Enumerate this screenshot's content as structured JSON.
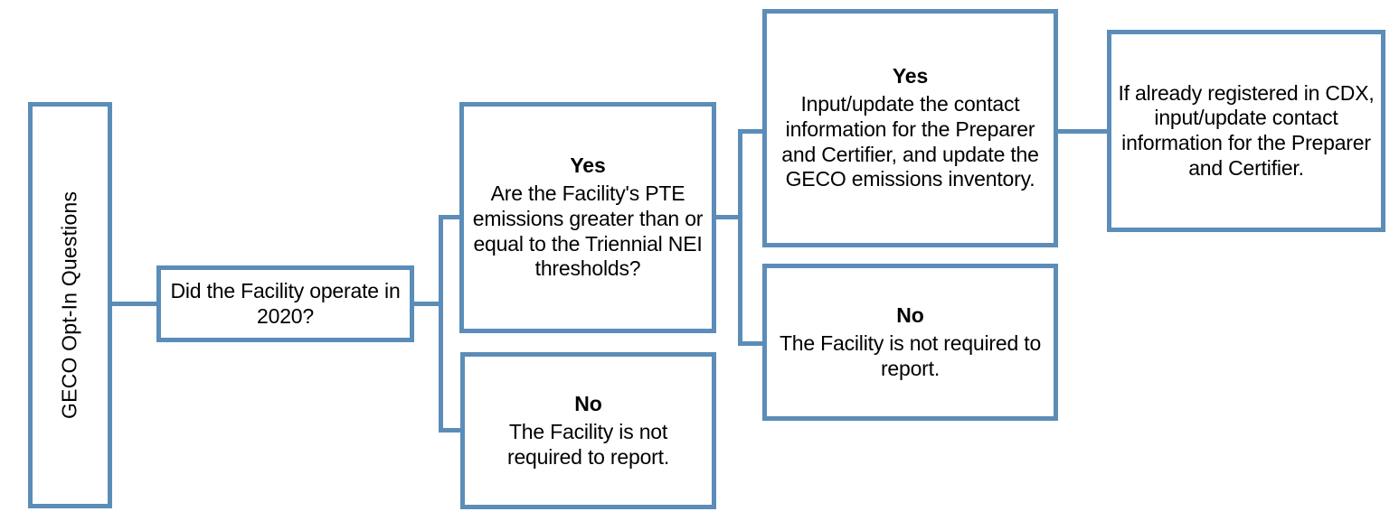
{
  "diagram": {
    "title": "GECO Opt-In Questions Flowchart",
    "accent_color": "#5b8db8",
    "background_color": "#ffffff",
    "text_color": "#000000",
    "nodes": [
      {
        "id": "geco-opt-in-questions",
        "title": "",
        "body": "GECO Opt-In Questions",
        "orientation": "vertical"
      },
      {
        "id": "did-facility-operate",
        "title": "",
        "body": "Did the Facility operate in 2020?",
        "orientation": "horizontal"
      },
      {
        "id": "pte-emissions-question",
        "title": "Yes",
        "body": "Are the Facility's PTE emissions greater than or equal to the Triennial NEI thresholds?",
        "orientation": "horizontal"
      },
      {
        "id": "not-required-report-1",
        "title": "No",
        "body": "The Facility is not required to report.",
        "orientation": "horizontal"
      },
      {
        "id": "input-update-contact",
        "title": "Yes",
        "body": "Input/update the contact information for the Preparer and Certifier, and update the GECO emissions inventory.",
        "orientation": "horizontal"
      },
      {
        "id": "not-required-report-2",
        "title": "No",
        "body": "The Facility is not required to report.",
        "orientation": "horizontal"
      },
      {
        "id": "cdx-registered",
        "title": "",
        "body": "If already registered in CDX, input/update contact information for the Preparer and Certifier.",
        "orientation": "horizontal"
      }
    ]
  }
}
